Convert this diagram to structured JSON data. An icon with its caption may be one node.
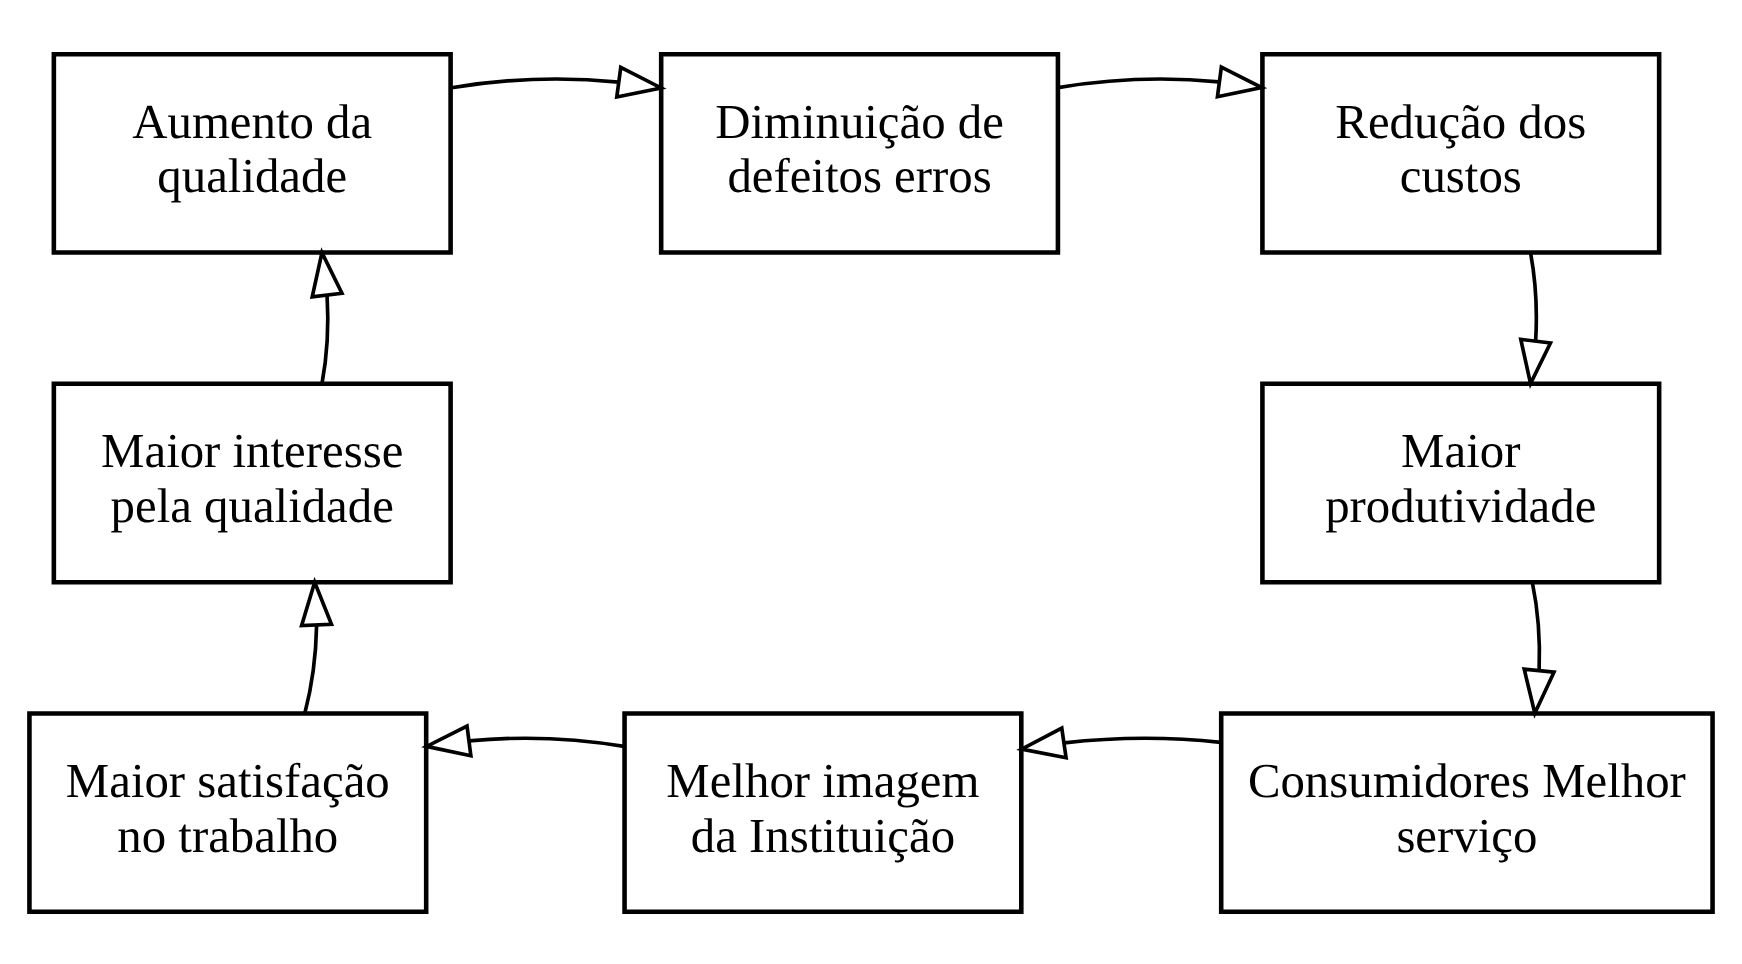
{
  "diagram": {
    "nodes": [
      {
        "text": [
          "Aumento da qualidade"
        ]
      },
      {
        "text": [
          "Diminuição de defeitos erros"
        ]
      },
      {
        "text": [
          "Redução dos custos"
        ]
      },
      {
        "text": [
          "Maior produtividade"
        ]
      },
      {
        "text": [
          "Consumidores Melhor serviço"
        ]
      },
      {
        "text": [
          "Melhor imagem da Instituição"
        ]
      },
      {
        "text": [
          "Maior satisfação no trabalho"
        ]
      },
      {
        "text": [
          "Maior interesse pela qualidade"
        ]
      }
    ],
    "edges": [
      {
        "from": 0,
        "to": 1,
        "arrow": "to"
      },
      {
        "from": 1,
        "to": 2,
        "arrow": "to"
      },
      {
        "from": 2,
        "to": 3,
        "arrow": "to"
      },
      {
        "from": 3,
        "to": 4,
        "arrow": "to"
      },
      {
        "from": 4,
        "to": 5,
        "arrow": "to"
      },
      {
        "from": 5,
        "to": 6,
        "arrow": "to"
      },
      {
        "from": 6,
        "to": 7,
        "arrow": "to"
      },
      {
        "from": 7,
        "to": 0,
        "arrow": "to"
      }
    ]
  }
}
